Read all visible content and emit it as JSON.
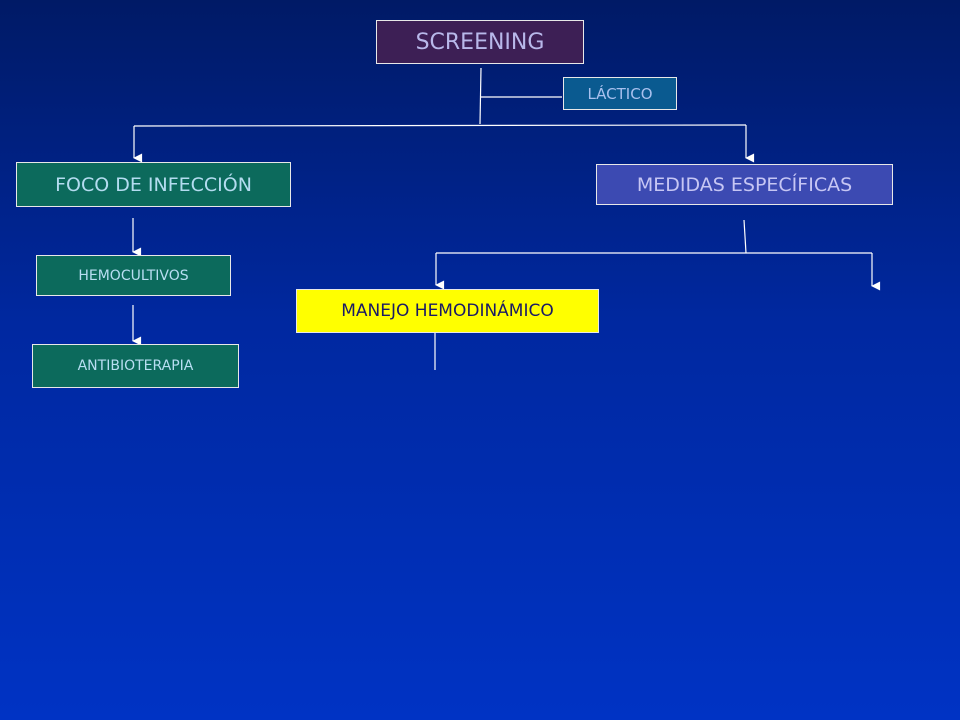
{
  "diagram": {
    "nodes": {
      "screening": "SCREENING",
      "lactico": "LÁCTICO",
      "foco": "FOCO DE INFECCIÓN",
      "medidas": "MEDIDAS ESPECÍFICAS",
      "hemocultivos": "HEMOCULTIVOS",
      "antibioterapia": "ANTIBIOTERAPIA",
      "manejo": "MANEJO HEMODINÁMICO"
    },
    "colors": {
      "background_top": "#001a66",
      "background_bottom": "#0033c4",
      "node_border": "#e8e8e8",
      "connector": "#ffffff",
      "highlight": "#ffff00"
    }
  }
}
